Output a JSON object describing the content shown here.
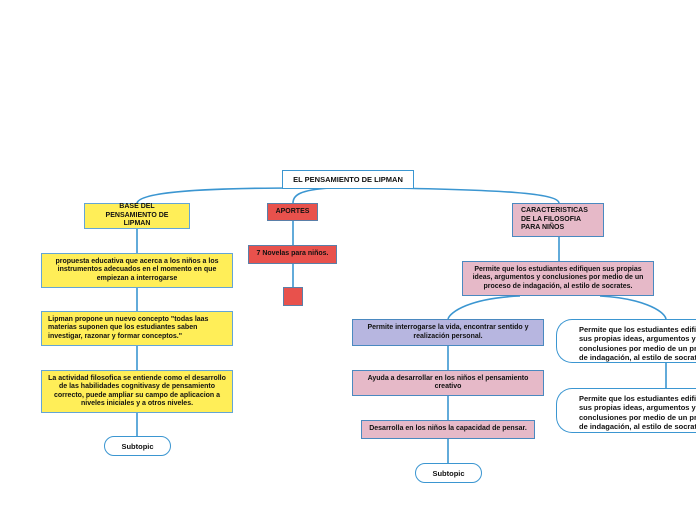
{
  "root": "EL PENSAMIENTO DE LIPMAN",
  "branches": {
    "base": {
      "title": "BASE DEL PENSAMIENTO DE LIPMAN",
      "items": [
        "propuesta educativa que acerca a los niños a los instrumentos adecuados en el momento en que empiezan a interrogarse",
        "Lipman propone un nuevo concepto \"todas laas materias suponen que los estudiantes saben investigar, razonar y formar conceptos.\"",
        "La actividad filosofica se entiende como el desarrollo de las habilidades cognitivasy de pensamiento correcto, puede ampliar su campo de aplicacion a niveles iniciales y a otros niveles."
      ],
      "subtopic": "Subtopic"
    },
    "aportes": {
      "title": "APORTES",
      "items": [
        "7 Novelas para niños.",
        ""
      ]
    },
    "caracteristicas": {
      "title": "CARACTERISTICAS DE LA FILOSOFIA PARA NIÑOS",
      "main": "Permite que los estudiantes edifiquen sus propias ideas, argumentos y conclusiones por medio de un proceso de indagación, al estilo de socrates.",
      "left_items": [
        "Permite interrogarse la vida, encontrar sentido y realización personal.",
        "Ayuda a desarrollar en los niños el pensamiento creativo",
        "Desarrolla en los niños la capacidad de pensar."
      ],
      "subtopic": "Subtopic",
      "right_items": [
        "Permite que los estudiantes edifiquen sus propias ideas, argumentos y conclusiones por medio de un proceso de indagación, al estilo de socrates.",
        "Permite que los estudiantes edifiquen sus propias ideas, argumentos y conclusiones por medio de un proceso de indagación, al estilo de socrates."
      ]
    }
  },
  "colors": {
    "connector": "#3b96d1",
    "yellow": "#ffee58",
    "red": "#e8514c",
    "pink": "#e6b9c8",
    "lavender": "#b7b6e0"
  }
}
